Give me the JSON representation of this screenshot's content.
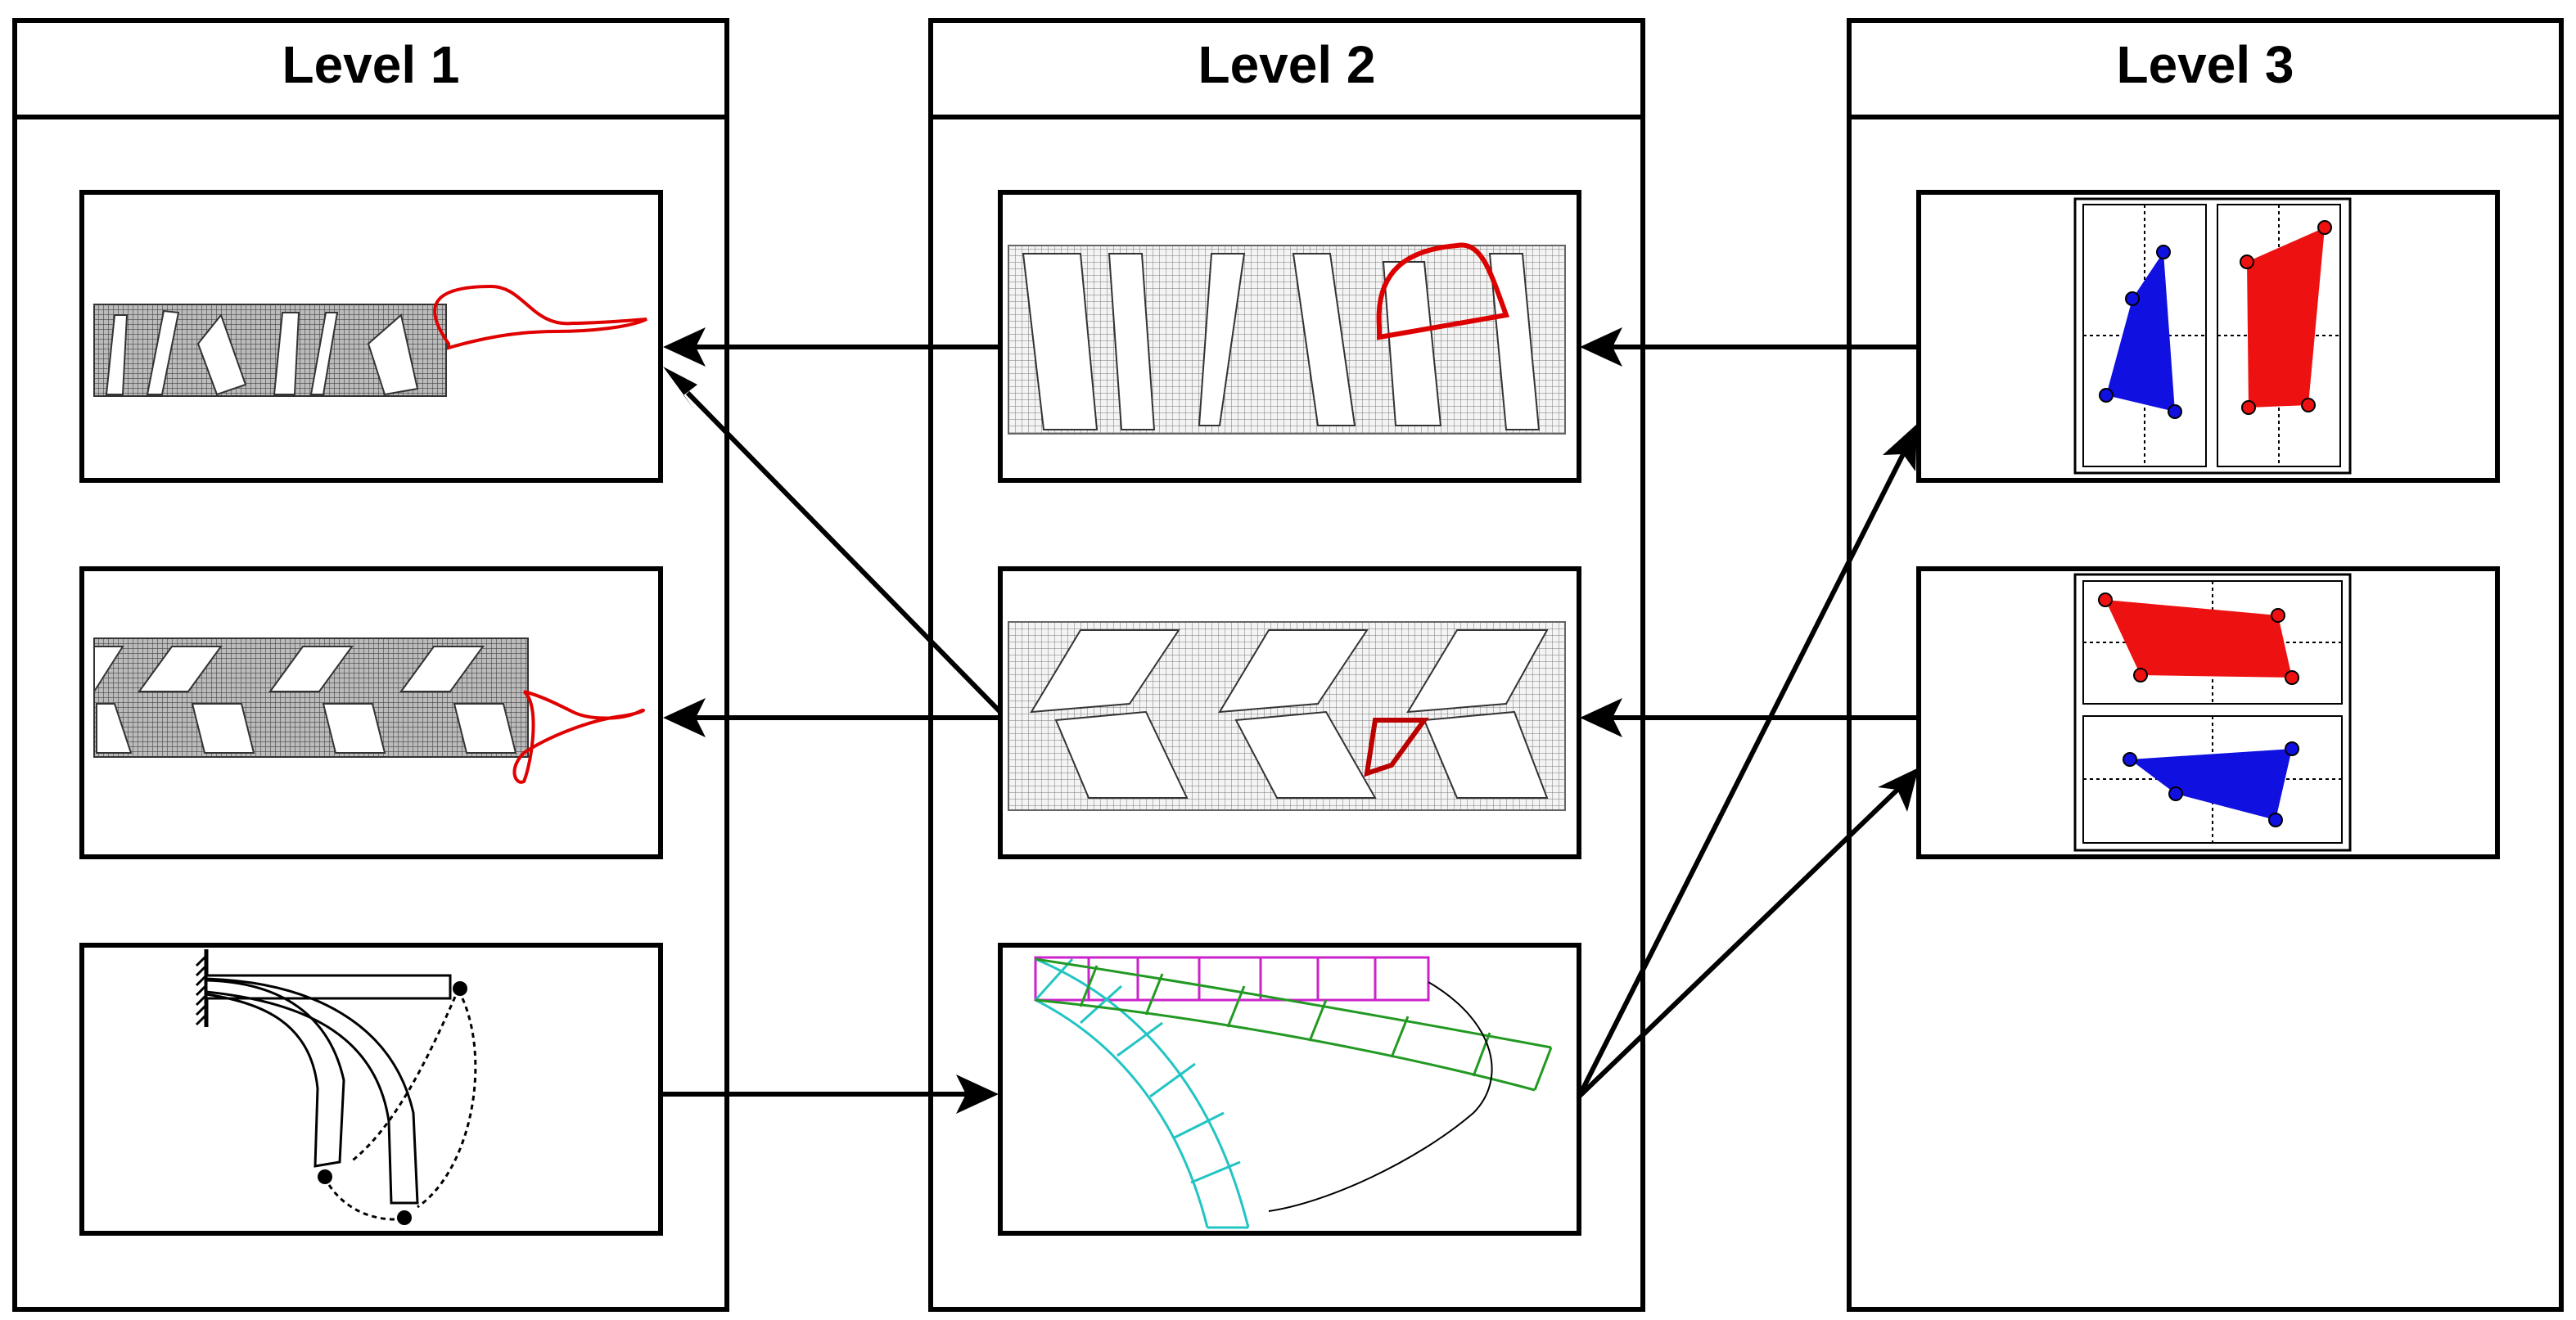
{
  "columns": [
    {
      "title": "Level 1"
    },
    {
      "title": "Level 2"
    },
    {
      "title": "Level 3"
    }
  ],
  "colors": {
    "frame": "#000000",
    "red_path": "#e00000",
    "blue_element": "#1010e0",
    "red_element": "#ee1111",
    "cyan_mesh": "#22c4c4",
    "green_mesh": "#229922",
    "magenta_mesh": "#cc22cc"
  },
  "icons": {
    "arrowhead": "arrow-head-icon",
    "fixed_support": "fixed-support-icon"
  }
}
